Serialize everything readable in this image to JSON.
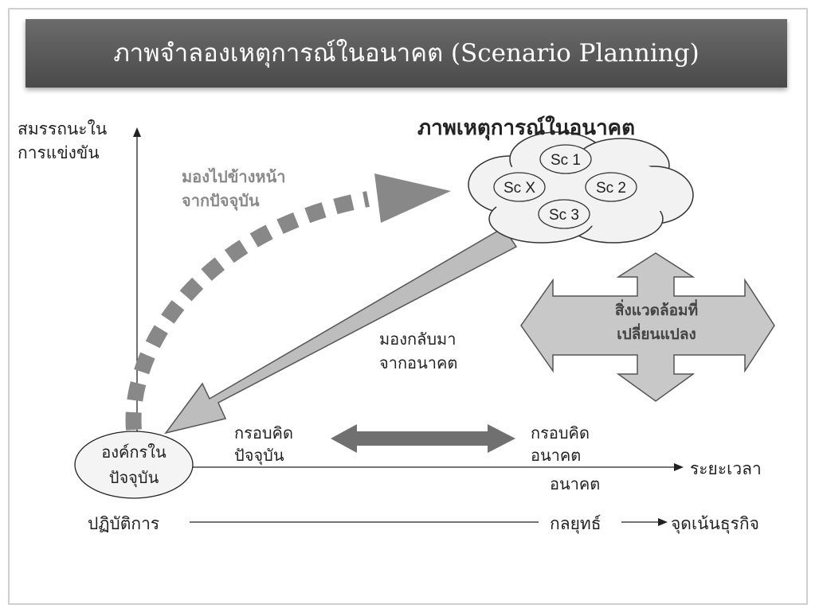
{
  "title": "ภาพจำลองเหตุการณ์ในอนาคต (Scenario Planning)",
  "y_axis_label_line1": "สมรรถนะใน",
  "y_axis_label_line2": "การแข่งขัน",
  "future_picture_heading": "ภาพเหตุการณ์ในอนาคต",
  "scenarios": [
    "Sc 1",
    "Sc X",
    "Sc 2",
    "Sc 3"
  ],
  "look_forward_line1": "มองไปข้างหน้า",
  "look_forward_line2": "จากปัจจุบัน",
  "look_back_line1": "มองกลับมา",
  "look_back_line2": "จากอนาคต",
  "changing_env_line1": "สิ่งแวดล้อมที่",
  "changing_env_line2": "เปลี่ยนแปลง",
  "current_org_line1": "องค์กรใน",
  "current_org_line2": "ปัจจุบัน",
  "current_frame_line1": "กรอบคิด",
  "current_frame_line2": "ปัจจุบัน",
  "future_frame_line1": "กรอบคิด",
  "future_frame_line2": "อนาคต",
  "time_axis_label": "ระยะเวลา",
  "future_label": "อนาคต",
  "operations_label": "ปฏิบัติการ",
  "strategy_label": "กลยุทธ์",
  "business_focus_label": "จุดเน้นธุรกิจ",
  "colors": {
    "title_bg": "#555555",
    "arrow_gray": "#8a8a8a",
    "cross_arrow_fill": "#c8c8c8",
    "cloud_fill": "#f2f2f2"
  }
}
